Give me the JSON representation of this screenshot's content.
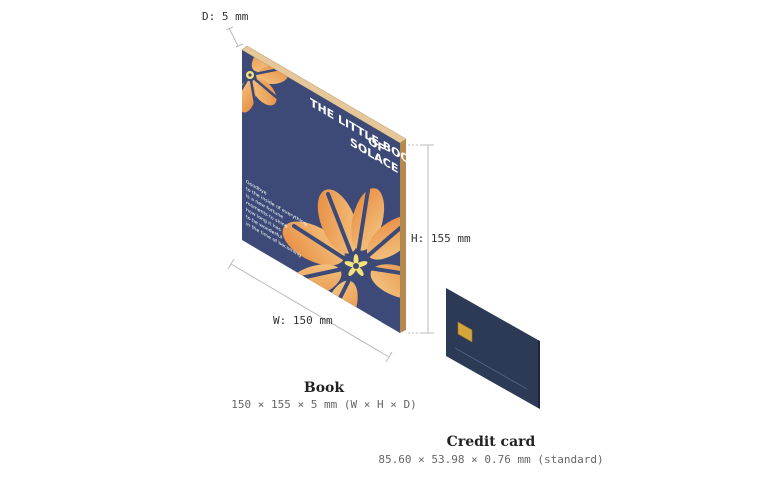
{
  "book": {
    "cover_title_lines": [
      "THE LITTLE BOOK",
      "OF",
      "SOLACE"
    ],
    "cover_blurb_lines": [
      "Goodbye",
      "to the inside of everything",
      "is a new fortune",
      "moments to shine",
      "how long it has",
      "to be wonderful",
      "in the time of becoming"
    ],
    "dim_depth": "D: 5 mm",
    "dim_height": "H: 155 mm",
    "dim_width": "W: 150 mm",
    "caption_title": "Book",
    "caption_sub": "150 × 155 × 5 mm  (W × H × D)",
    "colors": {
      "cover": "#3d4a78",
      "spine": "#b58a52",
      "top_edge": "#e6c79a",
      "petal": "#e89447",
      "flower_center": "#f5e27a"
    }
  },
  "card": {
    "caption_title": "Credit card",
    "caption_sub": "85.60 × 53.98 × 0.76 mm  (standard)",
    "colors": {
      "body": "#2c3a55",
      "edge": "#1c263a",
      "chip": "#d4a63c"
    }
  }
}
